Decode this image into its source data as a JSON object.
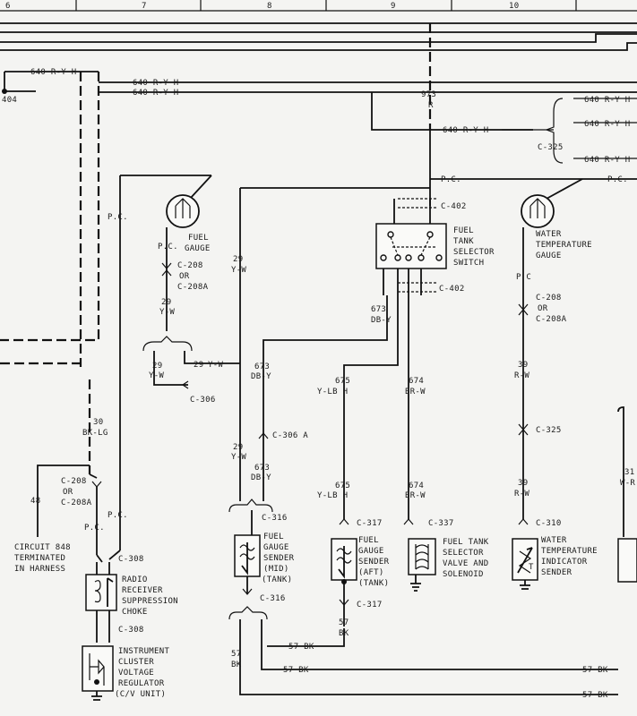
{
  "grid": {
    "columns": [
      "6",
      "7",
      "8",
      "9",
      "10"
    ]
  },
  "wires": {
    "w640_ryh": "640  R-Y  H",
    "w973": "973",
    "r": "R",
    "pc": "P.C.",
    "pc_short": "P C",
    "w29": "29",
    "yw": "Y-W",
    "w673": "673",
    "dby": "DB-Y",
    "w675": "675",
    "ylbh": "Y-LB  H",
    "w674": "674",
    "brw": "BR-W",
    "w39": "39",
    "rw": "R-W",
    "w30": "30",
    "bklg": "BK-LG",
    "w48": "48",
    "w57bk": "57  BK",
    "w57": "57",
    "bk": "BK",
    "w31": "31",
    "wr": "W-R",
    "w404": "404"
  },
  "connectors": {
    "c325": "C-325",
    "c402": "C-402",
    "c208": "C-208",
    "or": "OR",
    "c208a": "C-208A",
    "c306": "C-306",
    "c306a": "C-306 A",
    "c316": "C-316",
    "c317": "C-317",
    "c337": "C-337",
    "c310": "C-310",
    "c308": "C-308"
  },
  "components": {
    "fuel_gauge": [
      "FUEL",
      "GAUGE"
    ],
    "water_temp_gauge": [
      "WATER",
      "TEMPERATURE",
      "GAUGE"
    ],
    "tank_selector_switch": [
      "FUEL",
      "TANK",
      "SELECTOR",
      "SWITCH"
    ],
    "sender_mid": [
      "FUEL",
      "GAUGE",
      "SENDER",
      "(MID)",
      "(TANK)"
    ],
    "sender_aft": [
      "FUEL",
      "GAUGE",
      "SENDER",
      "(AFT)",
      "(TANK)"
    ],
    "selector_valve": [
      "FUEL TANK",
      "SELECTOR",
      "VALVE AND",
      "SOLENOID"
    ],
    "water_temp_sender": [
      "WATER",
      "TEMPERATURE",
      "INDICATOR",
      "SENDER"
    ],
    "radio_choke": [
      "RADIO",
      "RECEIVER",
      "SUPPRESSION",
      "CHOKE"
    ],
    "cv_unit": [
      "INSTRUMENT",
      "CLUSTER",
      "VOLTAGE",
      "REGULATOR",
      "(C/V UNIT)"
    ],
    "circuit48": [
      "CIRCUIT 848",
      "TERMINATED",
      "IN HARNESS"
    ]
  }
}
